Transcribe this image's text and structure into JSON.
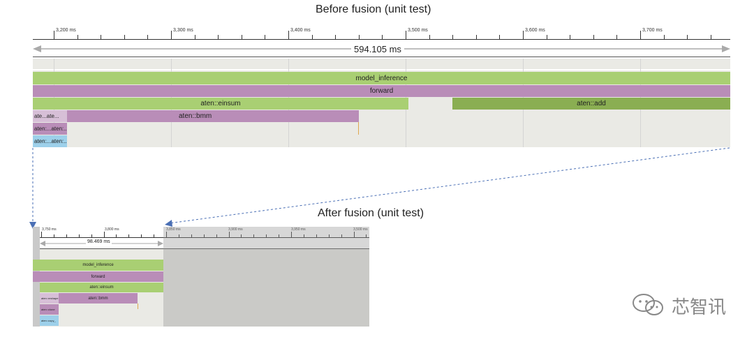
{
  "colors": {
    "green": "#a9cf73",
    "dark_green": "#8aae52",
    "purple": "#b98db8",
    "light_purple": "#d7bfd7",
    "blue": "#9dd0ea",
    "track_bg": "#eaeae5",
    "arrow_blue": "#4a6fb5",
    "shade": "#c9c9c9"
  },
  "before": {
    "title": "Before fusion (unit test)",
    "ticks": [
      "3,200 ms",
      "3,300 ms",
      "3,400 ms",
      "3,500 ms",
      "3,600 ms",
      "3,700 ms"
    ],
    "duration": "594.105 ms",
    "events": {
      "model_inference": "model_inference",
      "forward": "forward",
      "einsum": "aten::einsum",
      "add": "aten::add",
      "small1": "ate...ate...",
      "bmm": "aten::bmm",
      "small2": "aten:...aten:...",
      "small3": "aten:...aten:..."
    }
  },
  "after": {
    "title": "After fusion (unit test)",
    "ticks": [
      "3,750 ms",
      "3,800 ms",
      "3,850 ms",
      "3,900 ms",
      "3,950 ms",
      "3,500 ms"
    ],
    "duration": "98.469 ms",
    "events": {
      "model_inference": "model_inference",
      "forward": "forward",
      "einsum": "aten::einsum",
      "small1": "aten::reshape",
      "bmm": "aten::bmm",
      "small2": "aten::clone",
      "small3": "aten::copy_"
    }
  },
  "watermark": {
    "icon": "wechat-icon",
    "text": "芯智讯"
  }
}
